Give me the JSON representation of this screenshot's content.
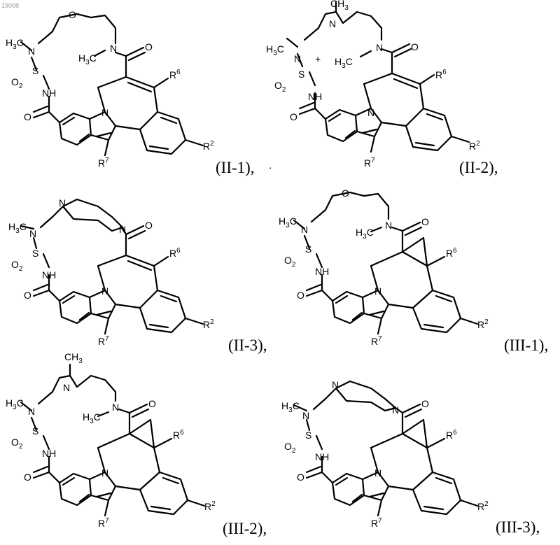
{
  "page": {
    "watermark": "19008"
  },
  "captions": {
    "c1": "(II-1),",
    "c2": "(II-2),",
    "c3": "(II-3),",
    "c4": "(III-1),",
    "c5": "(III-2),",
    "c6": "(III-3),"
  },
  "atoms": {
    "H3C": "H",
    "three": "3",
    "C": "C",
    "CH": "CH",
    "N": "N",
    "O": "O",
    "S": "S",
    "NH": "NH",
    "O2S": "O",
    "two": "2",
    "R": "R",
    "six": "6",
    "seven": "7",
    "rtwo": "2",
    "dot": "·",
    "plus": "+"
  },
  "structures": [
    {
      "id": "II-1",
      "core": "azepine",
      "linker": "ether",
      "cyclopropane": false
    },
    {
      "id": "II-2",
      "core": "azepine",
      "linker": "N-methyl-amine",
      "cyclopropane": false
    },
    {
      "id": "II-3",
      "core": "azepine",
      "linker": "piperazine",
      "cyclopropane": false
    },
    {
      "id": "III-1",
      "core": "cyclopropane-fused",
      "linker": "ether",
      "cyclopropane": true
    },
    {
      "id": "III-2",
      "core": "cyclopropane-fused",
      "linker": "N-methyl-amine",
      "cyclopropane": true
    },
    {
      "id": "III-3",
      "core": "cyclopropane-fused",
      "linker": "piperazine",
      "cyclopropane": true
    }
  ]
}
